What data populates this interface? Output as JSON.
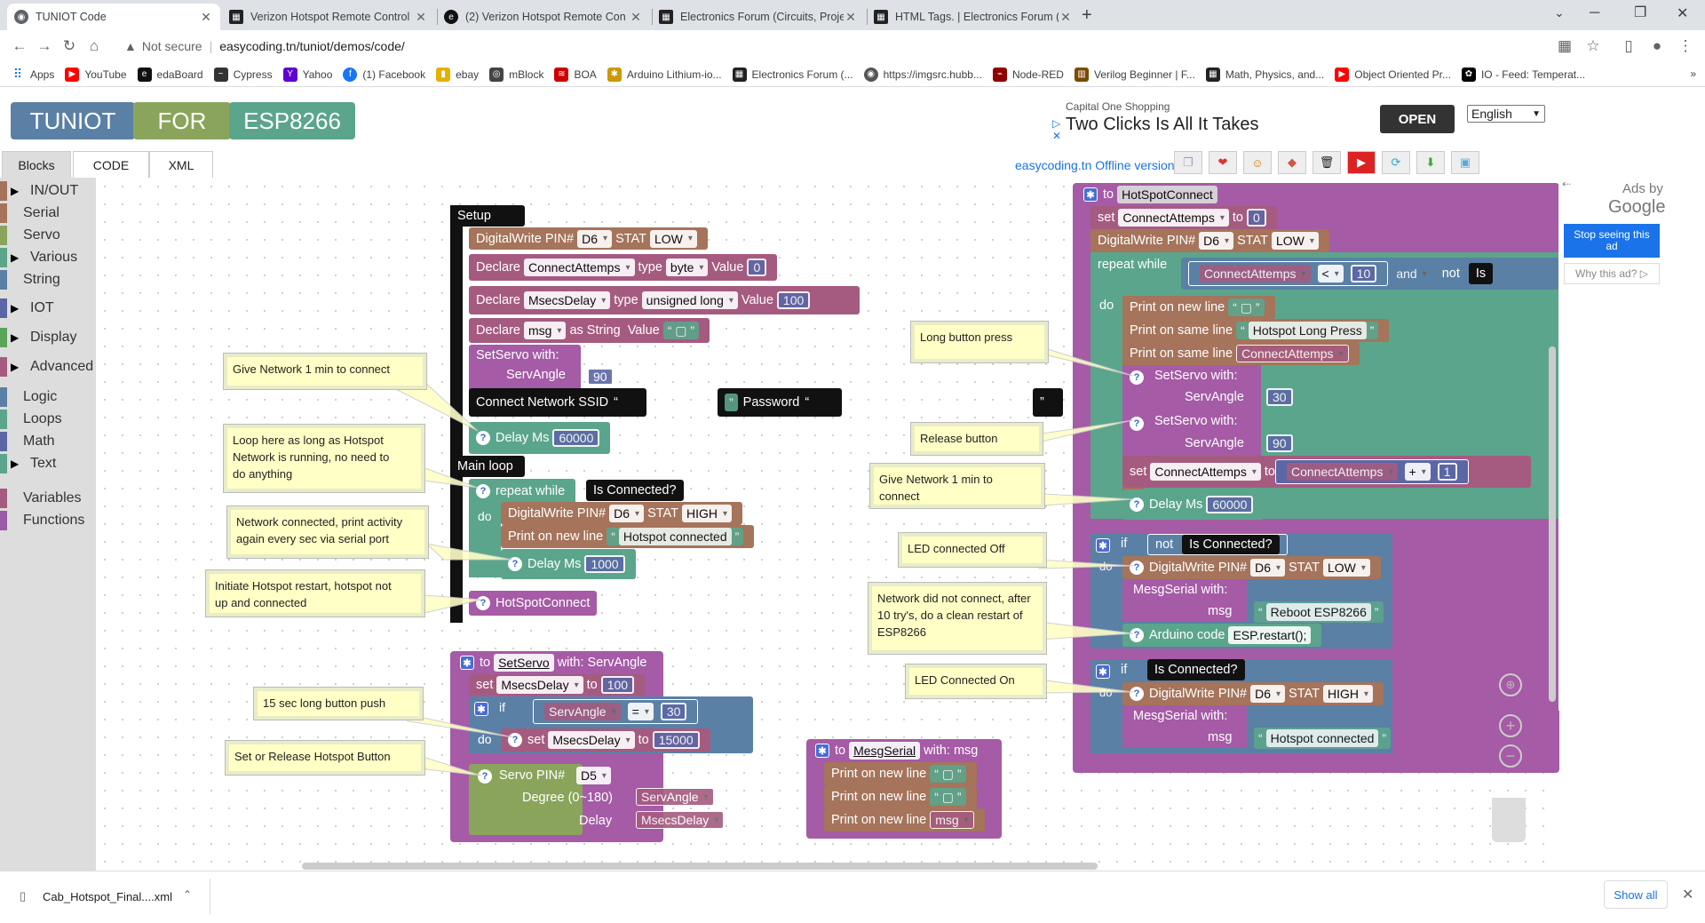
{
  "browser": {
    "tabs": [
      {
        "title": "TUNIOT Code",
        "active": true
      },
      {
        "title": "Verizon Hotspot Remote Control"
      },
      {
        "title": "(2) Verizon Hotspot Remote Con"
      },
      {
        "title": "Electronics Forum (Circuits, Proje"
      },
      {
        "title": "HTML Tags. | Electronics Forum ("
      }
    ],
    "security": "Not secure",
    "url": "easycoding.tn/tuniot/demos/code/",
    "bookmarks": [
      "Apps",
      "YouTube",
      "edaBoard",
      "Cypress",
      "Yahoo",
      "(1) Facebook",
      "ebay",
      "mBlock",
      "BOA",
      "Arduino Lithium-io...",
      "Electronics Forum (...",
      "https://imgsrc.hubb...",
      "Node-RED",
      "Verilog Beginner | F...",
      "Math, Physics, and...",
      "Object Oriented Pr...",
      "IO - Feed: Temperat..."
    ]
  },
  "header": {
    "logo": [
      "TUNIOT",
      "FOR",
      "ESP8266"
    ],
    "ad_small": "Capital One Shopping",
    "ad_title": "Two Clicks Is All It Takes",
    "ad_button": "OPEN",
    "language": "English",
    "offline_link": "easycoding.tn Offline version"
  },
  "tabs": [
    "Blocks",
    "CODE",
    "XML"
  ],
  "toolbox": [
    {
      "label": "IN/OUT",
      "color": "#a5745b",
      "arrow": true
    },
    {
      "label": "Serial",
      "color": "#a5745b"
    },
    {
      "label": "Servo",
      "color": "#8aa55b"
    },
    {
      "label": "Various",
      "color": "#5ba58c",
      "arrow": true
    },
    {
      "label": "String",
      "color": "#5b80a5"
    },
    {
      "label": "IOT",
      "color": "#5b67a5",
      "arrow": true
    },
    {
      "label": "Display",
      "color": "#5ba55b",
      "arrow": true
    },
    {
      "label": "Advanced",
      "color": "#a55b80",
      "arrow": true
    },
    {
      "label": "Logic",
      "color": "#5b80a5"
    },
    {
      "label": "Loops",
      "color": "#5ba58c"
    },
    {
      "label": "Math",
      "color": "#5b67a5"
    },
    {
      "label": "Text",
      "color": "#5ba58c",
      "arrow": true
    },
    {
      "label": "Variables",
      "color": "#a55b80"
    },
    {
      "label": "Functions",
      "color": "#995ba5"
    }
  ],
  "ads": {
    "by": "Ads by",
    "google": "Google",
    "stop": "Stop seeing this ad",
    "why": "Why this ad? ▷"
  },
  "download": {
    "file": "Cab_Hotspot_Final....xml",
    "show_all": "Show all"
  },
  "blocks": {
    "setup": "Setup",
    "digitalwrite": "DigitalWrite PIN#",
    "stat": "STAT",
    "pin_d6": "D6",
    "low": "LOW",
    "high": "HIGH",
    "declare": "Declare",
    "type": "type",
    "value": "Value",
    "as_string": "as String",
    "connectattemps": "ConnectAttemps",
    "byte": "byte",
    "zero": "0",
    "msecsdelay": "MsecsDelay",
    "unsigned_long": "unsigned long",
    "hundred": "100",
    "msg": "msg",
    "setservo_with": "SetServo  with:",
    "servangle": "ServAngle",
    "ninety": "90",
    "thirty": "30",
    "connect_network": "Connect Network  SSID",
    "password": "Password",
    "delay_ms": "Delay Ms",
    "sixty_k": "60000",
    "thousand": "1000",
    "fifteen_k": "15000",
    "ten": "10",
    "one": "1",
    "main_loop": "Main loop",
    "repeat_while": "repeat while",
    "do": "do",
    "is_connected": "Is Connected?",
    "print_new_line": "Print on new line",
    "print_same_line": "Print on same line",
    "hotspot_connected": "Hotspot connected",
    "hotspotconnect": "HotSpotConnect",
    "to": "to",
    "to_setservo": "to",
    "setservo_name": "SetServo",
    "setservo_params": "with: ServAngle",
    "set": "set",
    "if": "if",
    "eq": "=",
    "servo_pin": "Servo   PIN#",
    "pin_d5": "D5",
    "degree": "Degree (0~180)",
    "delay": "Delay",
    "msgserial_name": "MesgSerial",
    "msgserial_params": "with: msg",
    "lt": "<",
    "and": "and",
    "not": "not",
    "is_trunc": "Is",
    "hotspot_long_press": "Hotspot Long Press",
    "plus": "+",
    "mesgserial_with": "MesgSerial  with:",
    "reboot": "Reboot ESP8266",
    "arduino_code": "Arduino code",
    "esp_restart": "ESP.restart();"
  },
  "comments": [
    "Give Network 1 min to connect",
    "Loop here as long as Hotspot Network is running, no need to do anything",
    "Network connected, print activity again every sec via serial port",
    "Initiate Hotspot restart, hotspot not up and connected",
    "15 sec long button push",
    "Set or Release Hotspot Button",
    "Long button press",
    "Release button",
    "Give Network 1 min to connect",
    "LED connected Off",
    "Network did  not connect, after 10 try's, do a clean restart of ESP8266",
    "LED Connected On"
  ]
}
